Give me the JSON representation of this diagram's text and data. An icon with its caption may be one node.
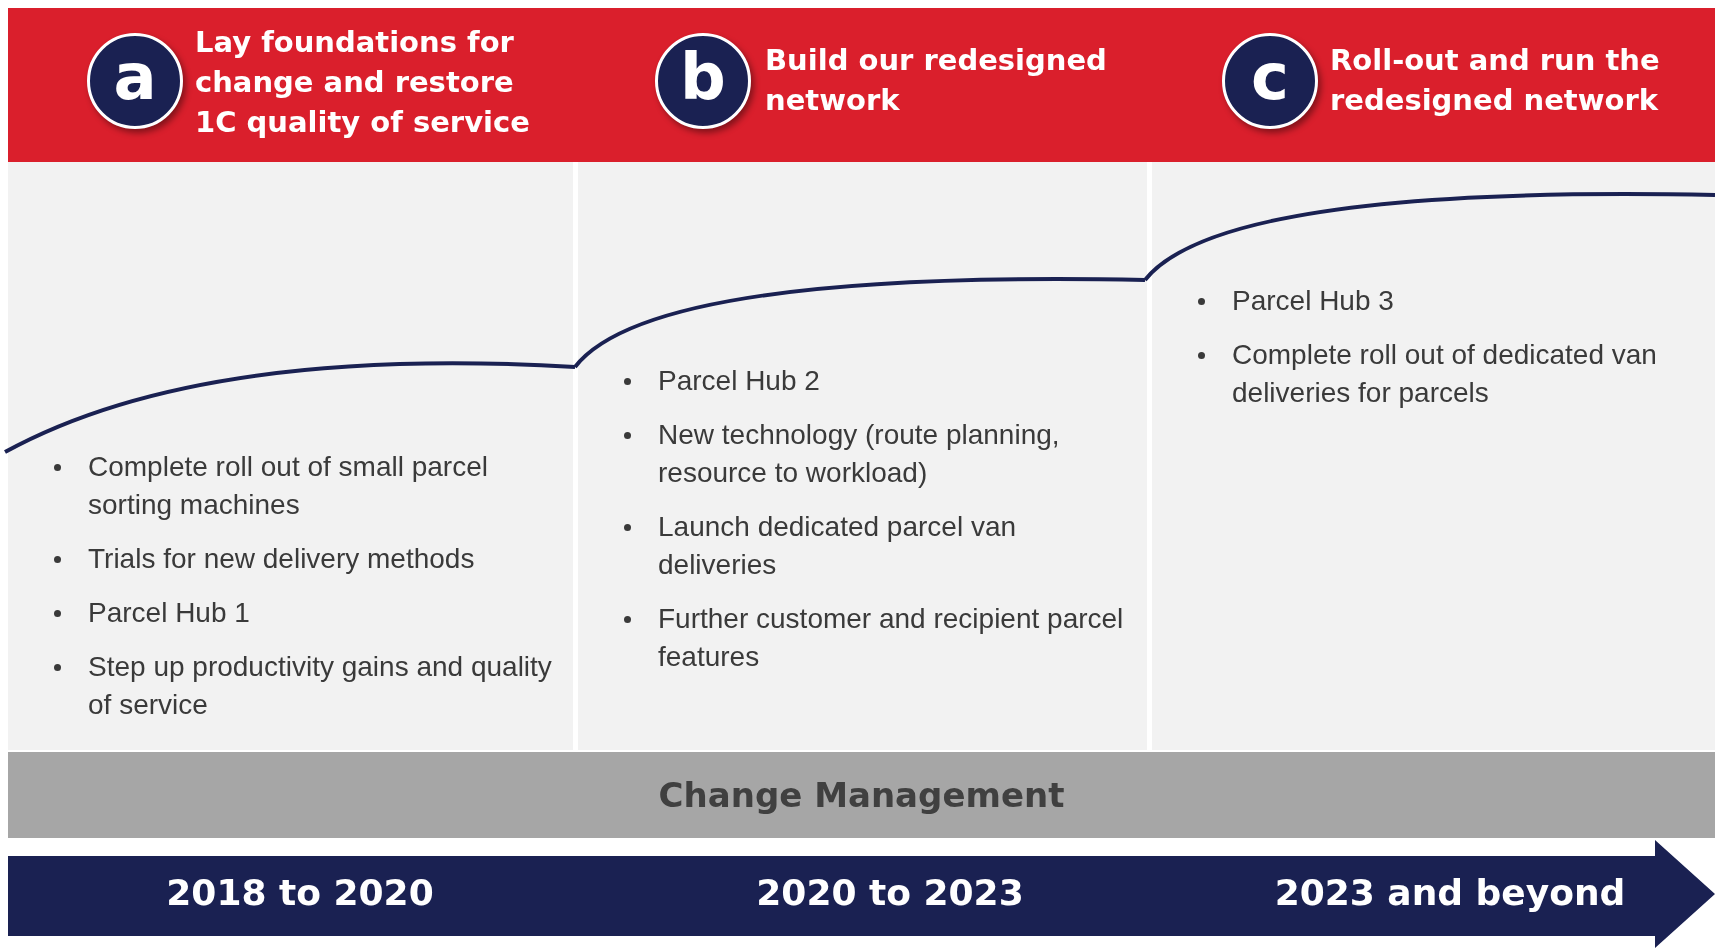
{
  "diagram": {
    "nodes": [
      {
        "text": [
          "a"
        ],
        "beside": [
          "Lay foundations for change and restore 1C quality of service"
        ]
      },
      {
        "text": [
          "b"
        ],
        "beside": [
          "Build our redesigned network"
        ]
      },
      {
        "text": [
          "c"
        ],
        "beside": [
          "Roll-out and run the redesigned network"
        ]
      },
      {
        "text": [
          "Complete roll out of small parcel sorting machines",
          "Trials for new delivery methods",
          "Parcel Hub 1",
          "Step up productivity gains and quality of service"
        ]
      },
      {
        "text": [
          "Parcel Hub 2",
          "New technology (route planning, resource to workload)",
          "Launch dedicated parcel van deliveries",
          "Further customer and recipient parcel features"
        ]
      },
      {
        "text": [
          "Parcel Hub 3",
          "Complete roll out of dedicated van deliveries for parcels"
        ]
      },
      {
        "text": [
          "Change Management"
        ]
      },
      {
        "text": [
          "2018 to 2020",
          "2020 to 2023",
          "2023 and beyond"
        ]
      }
    ]
  }
}
